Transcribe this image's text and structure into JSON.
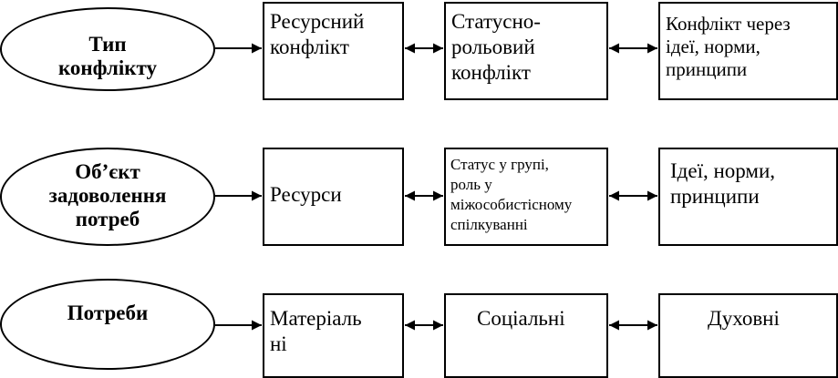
{
  "rows": [
    {
      "ellipse_label": "Тип\nконфлікту",
      "boxes": [
        "Ресурсний\nконфлікт",
        "Статусно-\nрольовий\nконфлікт",
        "Конфлікт через\nідеї, норми,\nпринципи"
      ]
    },
    {
      "ellipse_label": "Об’єкт\nзадоволення\nпотреб",
      "boxes": [
        "Ресурси",
        "Статус у групі,\nроль у\nміжособистісному\nспілкуванні",
        "Ідеї, норми,\nпринципи"
      ]
    },
    {
      "ellipse_label": "Потреби",
      "boxes": [
        "Матеріаль\nні",
        "Соціальні",
        "Духовні"
      ]
    }
  ]
}
